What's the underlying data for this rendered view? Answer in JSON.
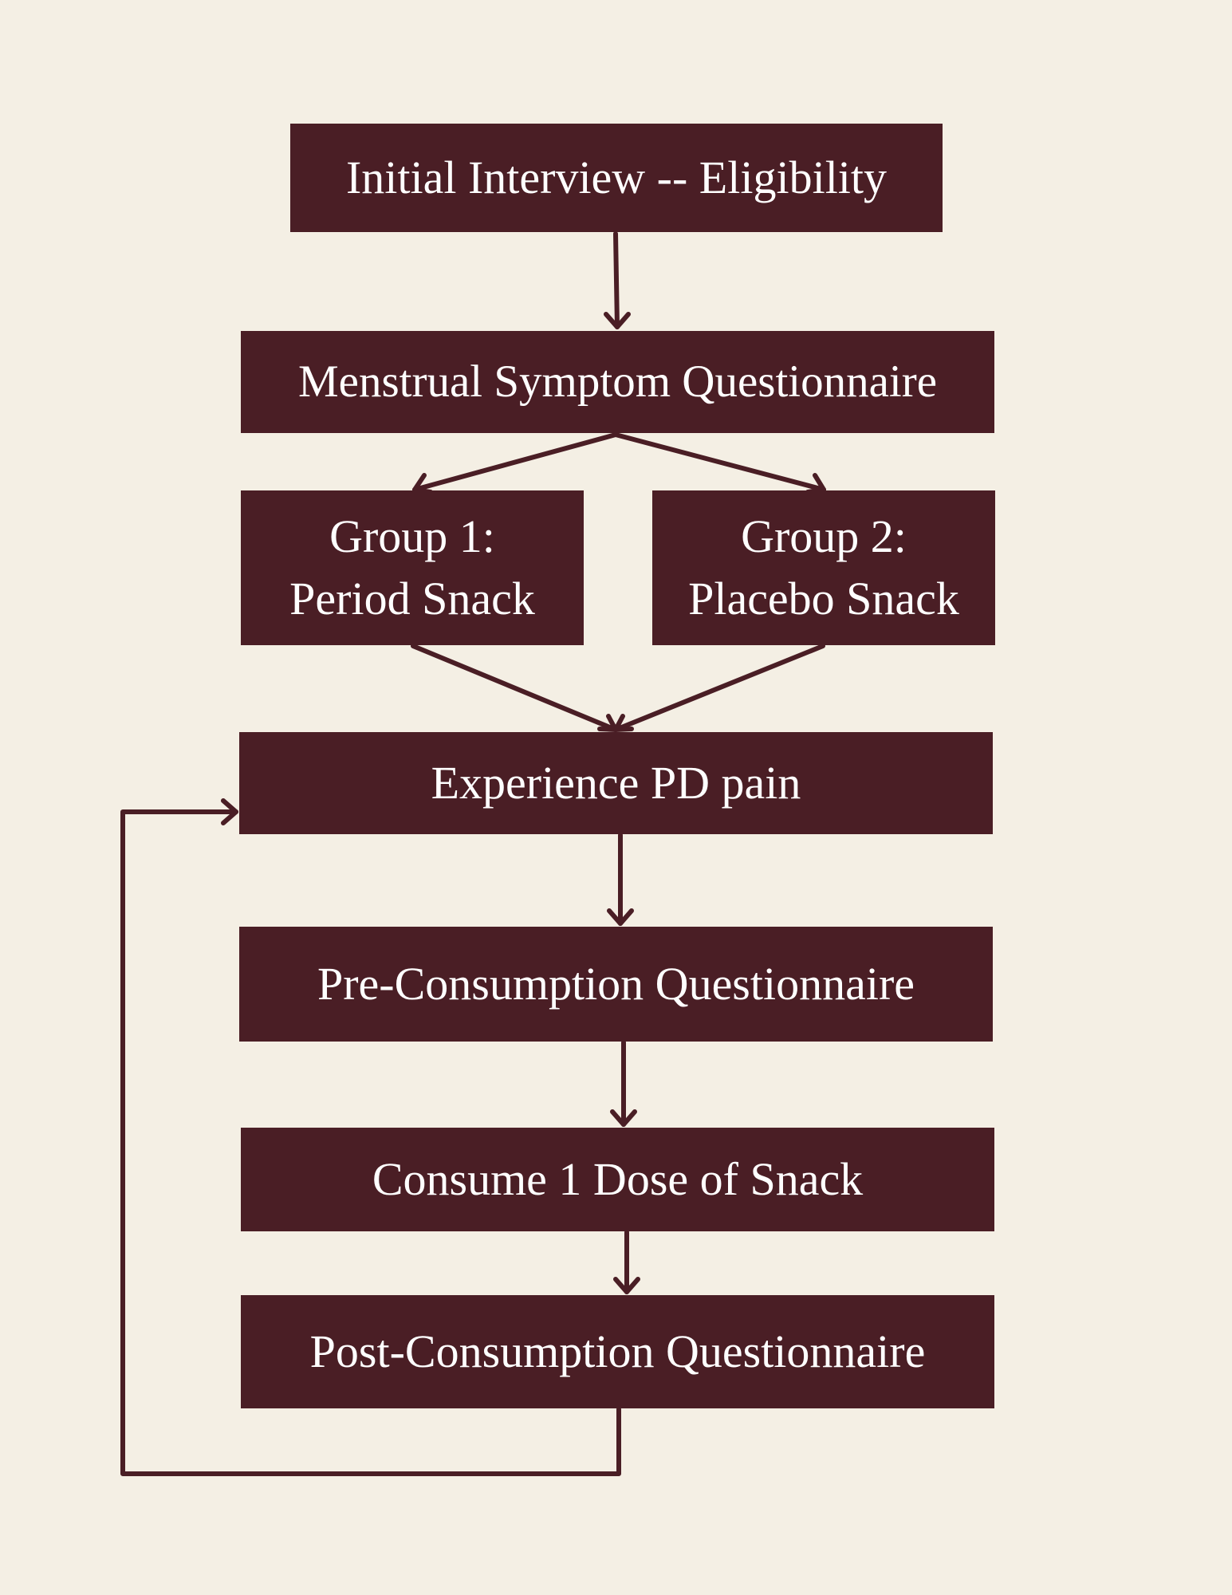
{
  "diagram": {
    "colors": {
      "background": "#f4efe4",
      "box_fill": "#4a1e25",
      "box_text": "#ffffff",
      "arrow": "#4a1e25"
    },
    "nodes": {
      "initial_interview": "Initial Interview -- Eligibility",
      "menstrual_questionnaire": "Menstrual Symptom Questionnaire",
      "group1": {
        "line1": "Group 1:",
        "line2": "Period Snack"
      },
      "group2": {
        "line1": "Group 2:",
        "line2": "Placebo Snack"
      },
      "experience_pain": "Experience PD pain",
      "pre_consumption": "Pre-Consumption Questionnaire",
      "consume_dose": "Consume 1 Dose of Snack",
      "post_consumption": "Post-Consumption Questionnaire"
    },
    "edges": [
      {
        "from": "initial_interview",
        "to": "menstrual_questionnaire"
      },
      {
        "from": "menstrual_questionnaire",
        "to": "group1"
      },
      {
        "from": "menstrual_questionnaire",
        "to": "group2"
      },
      {
        "from": "group1",
        "to": "experience_pain"
      },
      {
        "from": "group2",
        "to": "experience_pain"
      },
      {
        "from": "experience_pain",
        "to": "pre_consumption"
      },
      {
        "from": "pre_consumption",
        "to": "consume_dose"
      },
      {
        "from": "consume_dose",
        "to": "post_consumption"
      },
      {
        "from": "post_consumption",
        "to": "experience_pain",
        "style": "loop-back"
      }
    ]
  }
}
